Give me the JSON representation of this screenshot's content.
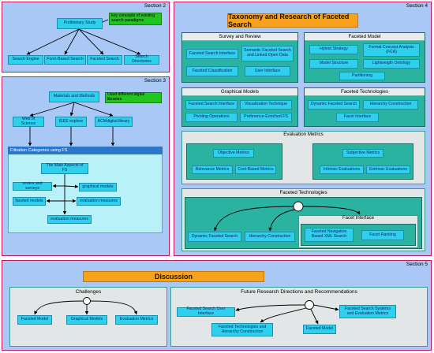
{
  "section2": {
    "label": "Section 2",
    "preliminary_study": "Preliminary Study",
    "note": "key concepts of existing search paradigms",
    "children": [
      "Search Engine",
      "Form-Based Search",
      "Faceted Search",
      "Search Directories"
    ]
  },
  "section3": {
    "label": "Section 3",
    "materials_methods": "Materials and Methods",
    "note": "Used different digital libraries",
    "libraries": [
      "Web of Science",
      "IEEE explore",
      "ACMdigital library"
    ],
    "filtration_title": "Filtration Categories using FS",
    "main_aspects": "The Main Aspects of FS",
    "aspects": {
      "review": "review and surveys",
      "graphical": "graphical models",
      "faceted_models": "faceted models",
      "eval1": "evaluation measures",
      "eval2": "evaluation measures"
    }
  },
  "section4": {
    "label": "Section 4",
    "title": "Taxonomy and Research of Faceted Search",
    "survey_review": {
      "title": "Survey and Review",
      "items": [
        "Faceted Search Interface",
        "Semantic Faceted Search and Linked Open Data",
        "Faceted Classification",
        "User Interface"
      ]
    },
    "faceted_model": {
      "title": "Faceted Model",
      "items": [
        "Hybrid Strategy",
        "Formal Concept Analysis (FCA)",
        "Model Structure",
        "Lightweigth Ontology",
        "Partitioning"
      ]
    },
    "graphical_models": {
      "title": "Graphical Models",
      "items": [
        "Faceted Search Interface",
        "Visualization Technique",
        "Pivoting Operations",
        "Preference-Enriched FS"
      ]
    },
    "faceted_tech_top": {
      "title": "Faceted Technologies",
      "items": [
        "Dynamic Faceted Search",
        "Hierarchy Construction",
        "Facet Interface"
      ]
    },
    "evaluation_metrics": {
      "title": "Evaluation Metrics",
      "objective": "Objective Metrics",
      "objective_items": [
        "Relevance Metrics",
        "Cost-Based Metrics"
      ],
      "subjective": "Subjective Metrics",
      "subjective_items": [
        "Intrinsic Evaluations",
        "Extrinsic Evaluations"
      ]
    },
    "faceted_tech_bottom": {
      "title": "Faceted Technologies",
      "items": [
        "Dynamic Faceted Search",
        "Hierarchy Construction"
      ],
      "facet_interface": {
        "title": "Facet Interface",
        "items": [
          "Faceted Navigation Based XML Search",
          "Facet Ranking"
        ]
      }
    }
  },
  "section5": {
    "label": "Section 5",
    "title": "Discussion",
    "challenges": {
      "title": "Challenges",
      "items": [
        "Faceted Model",
        "Graphical Models",
        "Evaluation Metrics"
      ]
    },
    "future": {
      "title": "Future Research Directions and Recommendations",
      "items": [
        "Faceted Search User Interface",
        "Faceted Technologies and Hierarchy Construction",
        "Faceted Model",
        "Faceted Search Systems and Evaluation Metrics"
      ]
    }
  },
  "colors": {
    "section_bg": "#a9c8f5",
    "section_border": "#c2185b",
    "box_cyan": "#2fd0ec",
    "note_green": "#22c51f",
    "panel_teal": "#2ab3a0",
    "title_orange": "#f6a21c"
  }
}
